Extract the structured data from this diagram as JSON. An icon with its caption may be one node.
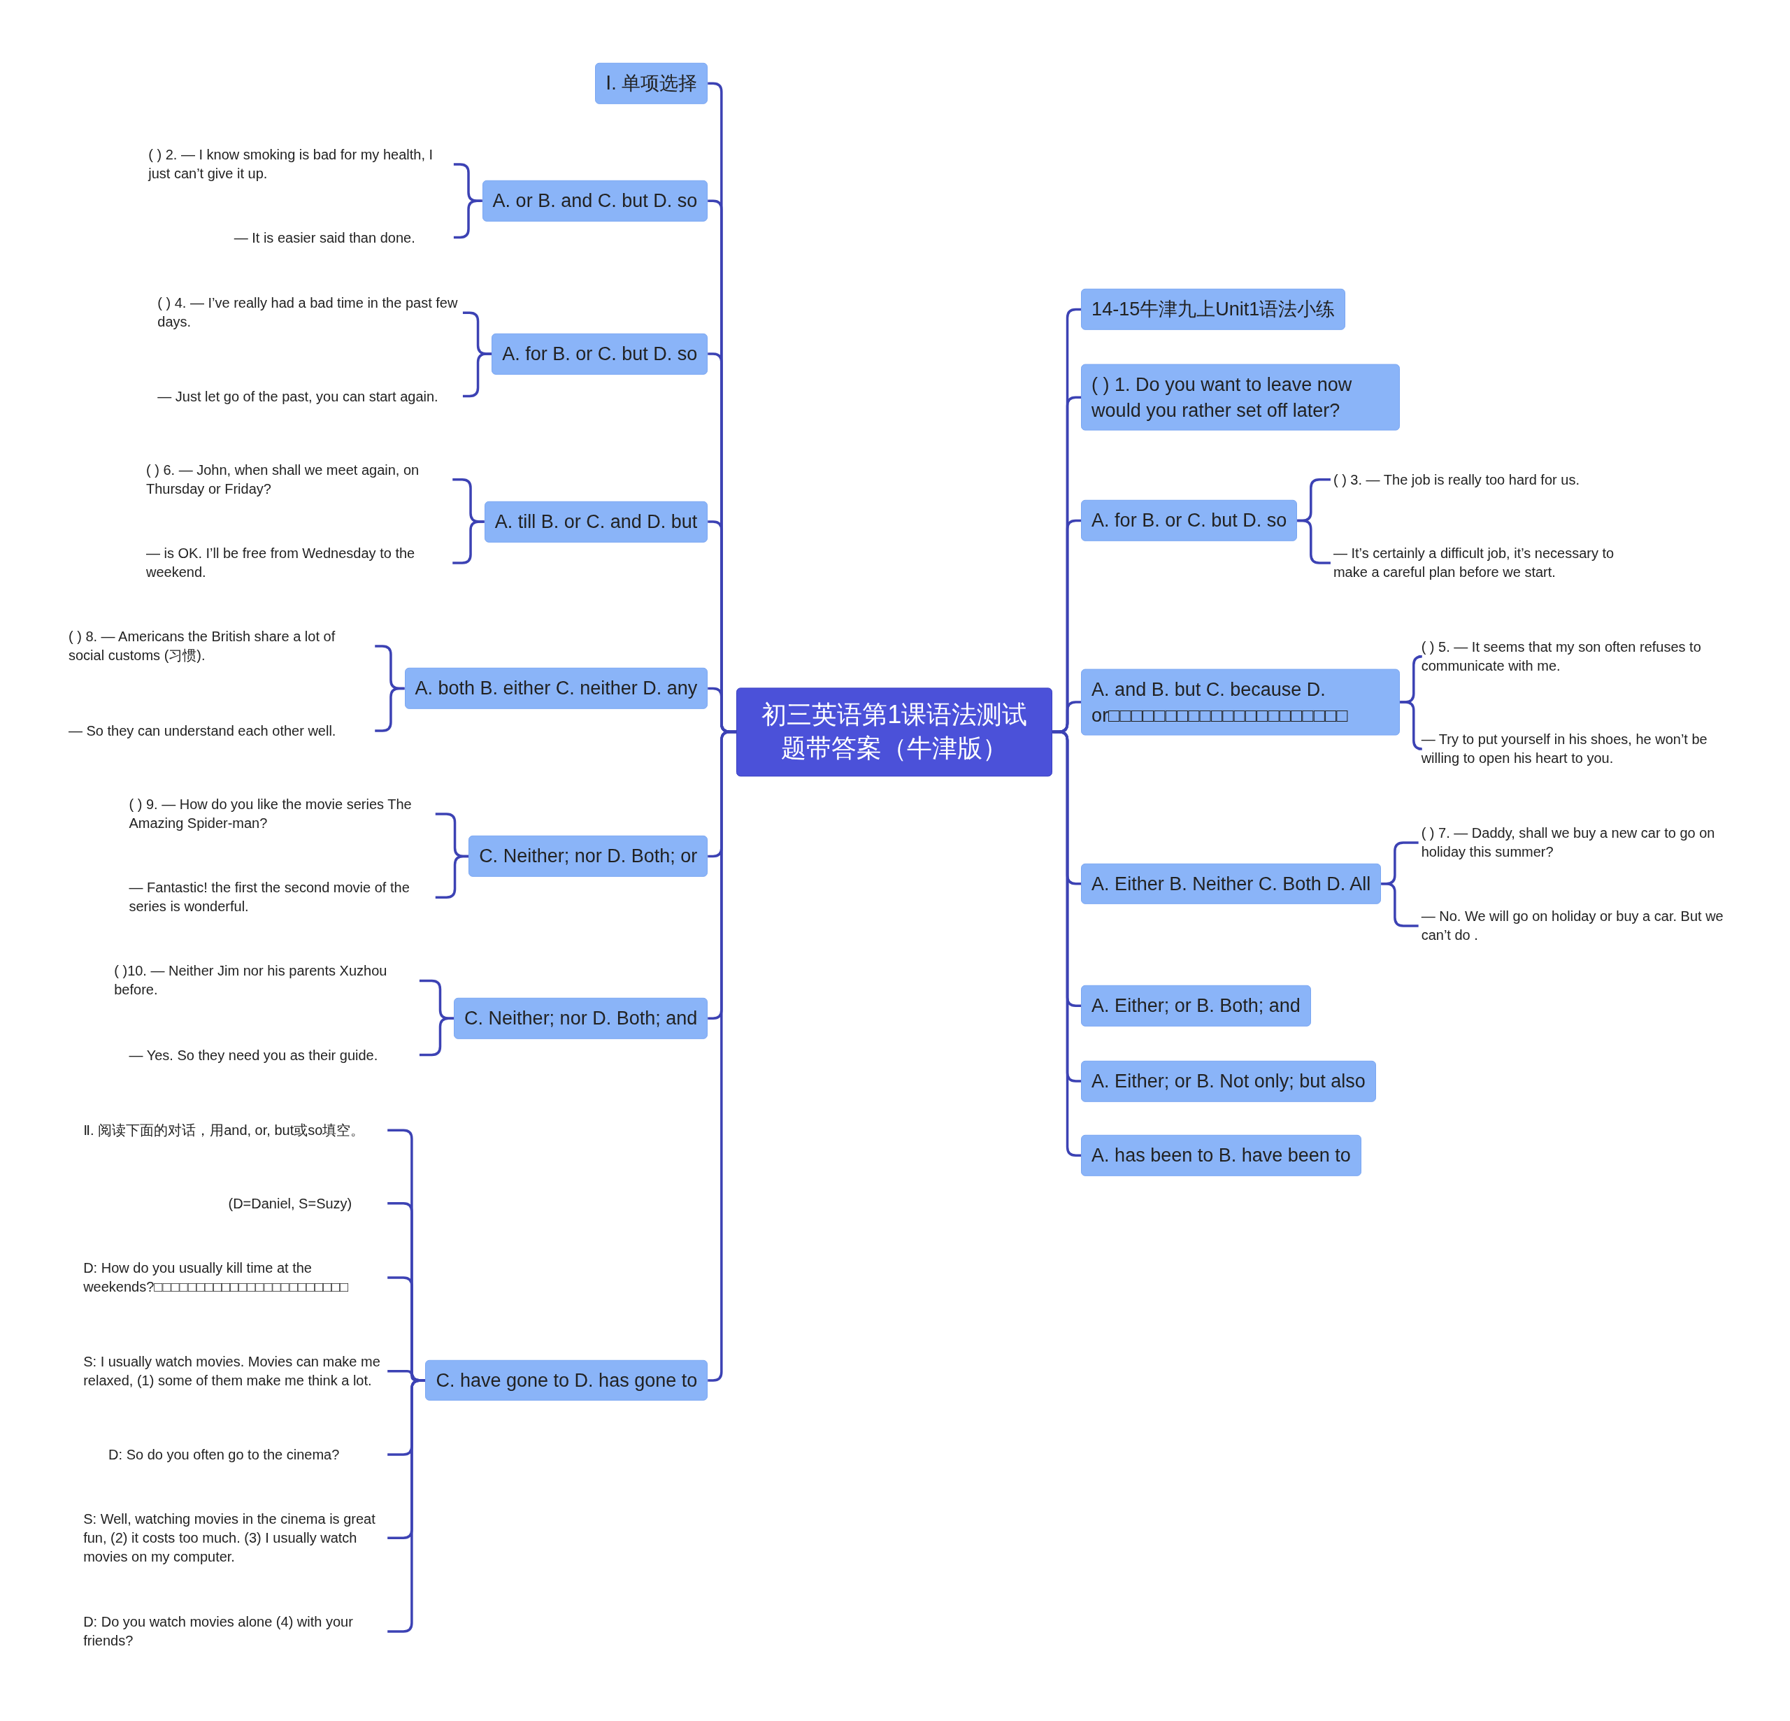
{
  "diagram": {
    "nodes": [
      {
        "text": [
          "初三英语第1课语法测试题带答案（牛津版）"
        ]
      },
      {
        "text": [
          "Ⅰ. 单项选择"
        ]
      },
      {
        "text": [
          "( ) 2. — I know smoking is bad for my health, I just can’t give it up."
        ]
      },
      {
        "text": [
          "— It is easier said than done."
        ]
      },
      {
        "text": [
          "A. or B. and C. but D. so"
        ]
      },
      {
        "text": [
          "( ) 4. — I’ve really had a bad time in the past few days."
        ]
      },
      {
        "text": [
          "— Just let go of the past, you can start again."
        ]
      },
      {
        "text": [
          "A. for B. or C. but D. so"
        ]
      },
      {
        "text": [
          "( ) 6. — John, when shall we meet again, on Thursday or Friday?"
        ]
      },
      {
        "text": [
          "— is OK. I’ll be free from Wednesday to the weekend."
        ]
      },
      {
        "text": [
          "A. till B. or C. and D. but"
        ]
      },
      {
        "text": [
          "( ) 8. — Americans the British share a lot of social customs (习惯)."
        ]
      },
      {
        "text": [
          "— So they can understand each other well."
        ]
      },
      {
        "text": [
          "A. both B. either C. neither D. any"
        ]
      },
      {
        "text": [
          "( ) 9. — How do you like the movie series The Amazing Spider-man?"
        ]
      },
      {
        "text": [
          "— Fantastic! the first the second movie of the series is wonderful."
        ]
      },
      {
        "text": [
          "C. Neither; nor D. Both; or"
        ]
      },
      {
        "text": [
          "( )10. — Neither Jim nor his parents Xuzhou before."
        ]
      },
      {
        "text": [
          "— Yes. So they need you as their guide."
        ]
      },
      {
        "text": [
          "C. Neither; nor D. Both; and"
        ]
      },
      {
        "text": [
          "Ⅱ. 阅读下面的对话，用and, or, but或so填空。"
        ]
      },
      {
        "text": [
          "(D=Daniel, S=Suzy)"
        ]
      },
      {
        "text": [
          "D: How do you usually kill time at the weekends?□□□□□□□□□□□□□□□□□□□□□□□"
        ]
      },
      {
        "text": [
          "S: I usually watch movies. Movies can make me relaxed, (1) some of them make me think a lot."
        ]
      },
      {
        "text": [
          "D: So do you often go to the cinema?"
        ]
      },
      {
        "text": [
          "S: Well, watching movies in the cinema is great fun, (2) it costs too much. (3) I usually watch movies on my computer."
        ]
      },
      {
        "text": [
          "D: Do you watch movies alone (4) with your friends?"
        ]
      },
      {
        "text": [
          "C. have gone to D. has gone to"
        ]
      },
      {
        "text": [
          "14-15牛津九上Unit1语法小练"
        ]
      },
      {
        "text": [
          "( ) 1. Do you want to leave now would you rather set off later?"
        ]
      },
      {
        "text": [
          "A. for B. or C. but D. so"
        ]
      },
      {
        "text": [
          "( ) 3. — The job is really too hard for us."
        ]
      },
      {
        "text": [
          "— It’s certainly a difficult job, it’s necessary to make a careful plan before we start."
        ]
      },
      {
        "text": [
          "A. and B. but C. because D. or□□□□□□□□□□□□□□□□□□□□□"
        ]
      },
      {
        "text": [
          "( ) 5. — It seems that my son often refuses to communicate with me."
        ]
      },
      {
        "text": [
          "— Try to put yourself in his shoes, he won’t be willing to open his heart to you."
        ]
      },
      {
        "text": [
          "A. Either B. Neither C. Both D. All"
        ]
      },
      {
        "text": [
          "( ) 7. — Daddy, shall we buy a new car to go on holiday this summer?"
        ]
      },
      {
        "text": [
          "— No. We will go on holiday or buy a car. But we can’t do ."
        ]
      },
      {
        "text": [
          "A. Either; or B. Both; and"
        ]
      },
      {
        "text": [
          "A. Either; or B. Not only; but also"
        ]
      },
      {
        "text": [
          "A. has been to B. have been to"
        ]
      }
    ],
    "edges": [
      {
        "from": 0,
        "to": 1,
        "arrow": "none"
      },
      {
        "from": 0,
        "to": 4,
        "arrow": "none"
      },
      {
        "from": 4,
        "to": 2,
        "arrow": "none"
      },
      {
        "from": 4,
        "to": 3,
        "arrow": "none"
      },
      {
        "from": 0,
        "to": 7,
        "arrow": "none"
      },
      {
        "from": 7,
        "to": 5,
        "arrow": "none"
      },
      {
        "from": 7,
        "to": 6,
        "arrow": "none"
      },
      {
        "from": 0,
        "to": 10,
        "arrow": "none"
      },
      {
        "from": 10,
        "to": 8,
        "arrow": "none"
      },
      {
        "from": 10,
        "to": 9,
        "arrow": "none"
      },
      {
        "from": 0,
        "to": 13,
        "arrow": "none"
      },
      {
        "from": 13,
        "to": 11,
        "arrow": "none"
      },
      {
        "from": 13,
        "to": 12,
        "arrow": "none"
      },
      {
        "from": 0,
        "to": 16,
        "arrow": "none"
      },
      {
        "from": 16,
        "to": 14,
        "arrow": "none"
      },
      {
        "from": 16,
        "to": 15,
        "arrow": "none"
      },
      {
        "from": 0,
        "to": 19,
        "arrow": "none"
      },
      {
        "from": 19,
        "to": 17,
        "arrow": "none"
      },
      {
        "from": 19,
        "to": 18,
        "arrow": "none"
      },
      {
        "from": 0,
        "to": 27,
        "arrow": "none"
      },
      {
        "from": 27,
        "to": 20,
        "arrow": "none"
      },
      {
        "from": 27,
        "to": 21,
        "arrow": "none"
      },
      {
        "from": 27,
        "to": 22,
        "arrow": "none"
      },
      {
        "from": 27,
        "to": 23,
        "arrow": "none"
      },
      {
        "from": 27,
        "to": 24,
        "arrow": "none"
      },
      {
        "from": 27,
        "to": 25,
        "arrow": "none"
      },
      {
        "from": 27,
        "to": 26,
        "arrow": "none"
      },
      {
        "from": 0,
        "to": 28,
        "arrow": "none"
      },
      {
        "from": 0,
        "to": 29,
        "arrow": "none"
      },
      {
        "from": 0,
        "to": 30,
        "arrow": "none"
      },
      {
        "from": 30,
        "to": 31,
        "arrow": "none"
      },
      {
        "from": 30,
        "to": 32,
        "arrow": "none"
      },
      {
        "from": 0,
        "to": 33,
        "arrow": "none"
      },
      {
        "from": 33,
        "to": 34,
        "arrow": "none"
      },
      {
        "from": 33,
        "to": 35,
        "arrow": "none"
      },
      {
        "from": 0,
        "to": 36,
        "arrow": "none"
      },
      {
        "from": 36,
        "to": 37,
        "arrow": "none"
      },
      {
        "from": 36,
        "to": 38,
        "arrow": "none"
      },
      {
        "from": 0,
        "to": 39,
        "arrow": "none"
      },
      {
        "from": 0,
        "to": 40,
        "arrow": "none"
      },
      {
        "from": 0,
        "to": 41,
        "arrow": "none"
      }
    ]
  }
}
